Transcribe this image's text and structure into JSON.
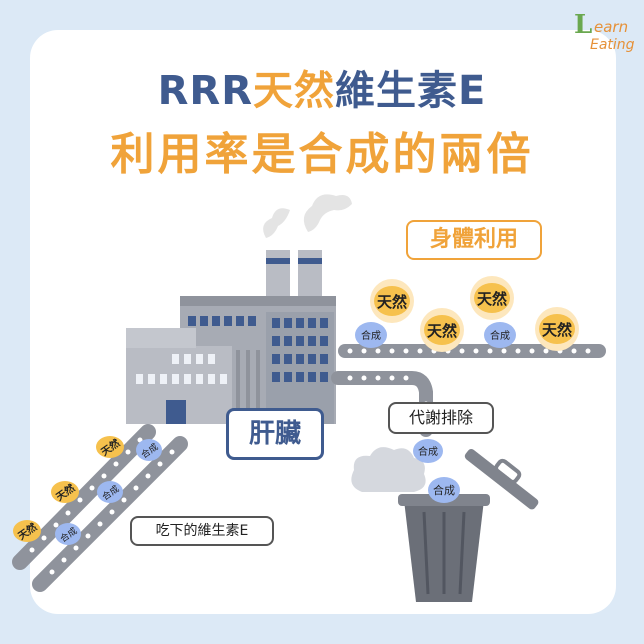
{
  "logo": {
    "l": "L",
    "earn": "earn",
    "eating": "Eating"
  },
  "title": {
    "line1_part1": "RRR",
    "line1_part2": "天然",
    "line1_part3": "維生素E",
    "line2": "利用率是合成的兩倍"
  },
  "labels": {
    "body_use": "身體利用",
    "liver": "肝臟",
    "excrete": "代謝排除",
    "eaten": "吃下的維生素E"
  },
  "pills": {
    "natural": "天然",
    "synthetic": "合成"
  },
  "colors": {
    "background": "#dce9f6",
    "title_blue": "#3f5b8f",
    "accent_orange": "#f0a33a",
    "natural_pill": "#f6c14d",
    "synthetic_pill": "#9db8f0"
  }
}
